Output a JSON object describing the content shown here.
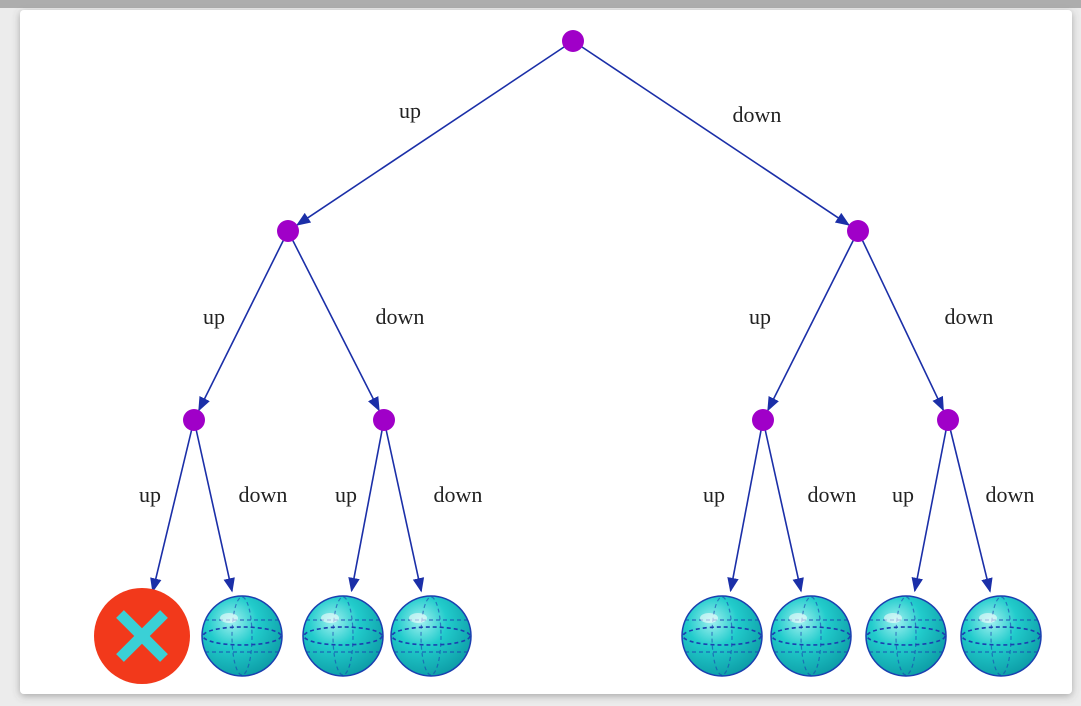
{
  "diagram": {
    "edge_labels": {
      "up": "up",
      "down": "down"
    },
    "colors": {
      "node": "#a000c8",
      "edge": "#1b2fa8",
      "leaf": "#19c9c9",
      "leaf_dash": "#1b3fb0",
      "removed_badge": "#f2391b",
      "removed_mark": "#3ad0d6"
    },
    "tree": {
      "levels": 3,
      "branches": [
        "up",
        "down"
      ],
      "removed_leaf": "up-up-up",
      "leaf_icon": "globe-icon",
      "removed_icon": "close-icon"
    }
  }
}
